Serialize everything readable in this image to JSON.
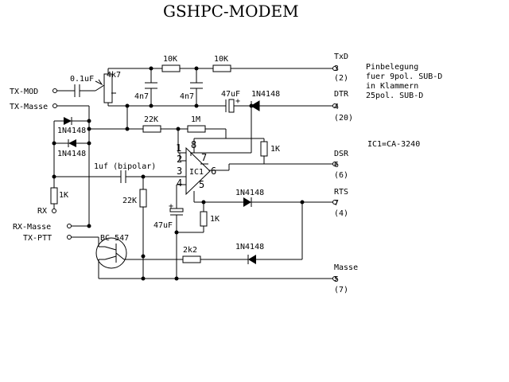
{
  "title": "GSHPC-MODEM",
  "notes": {
    "line1": "Pinbelegung",
    "line2": "fuer 9pol. SUB-D",
    "line3": "in Klammern",
    "line4": "25pol. SUB-D",
    "ic": "IC1=CA-3240"
  },
  "connectors_left": {
    "tx_mod": "TX-MOD",
    "tx_masse": "TX-Masse",
    "rx": "RX",
    "rx_masse": "RX-Masse",
    "tx_ptt": "TX-PTT"
  },
  "connectors_right": {
    "txd": {
      "name": "TxD",
      "pin9": "3",
      "pin25": "(2)"
    },
    "dtr": {
      "name": "DTR",
      "pin9": "4",
      "pin25": "(20)"
    },
    "dsr": {
      "name": "DSR",
      "pin9": "6",
      "pin25": "(6)"
    },
    "rts": {
      "name": "RTS",
      "pin9": "7",
      "pin25": "(4)"
    },
    "masse": {
      "name": "Masse",
      "pin9": "5",
      "pin25": "(7)"
    }
  },
  "components": {
    "c_in": "0.1uF",
    "pot": "4k7",
    "r_10k_a": "10K",
    "r_10k_b": "10K",
    "c_4n7_a": "4n7",
    "c_4n7_b": "4n7",
    "c_47u_top": "47uF",
    "d_dtr": "1N4148",
    "d_clamp_a": "1N4148",
    "d_clamp_b": "1N4148",
    "r_22k_top": "22K",
    "r_1m": "1M",
    "r_1k_right": "1K",
    "c_bipolar": "1uf (bipolar)",
    "r_1k_rx": "1K",
    "r_22k_bias": "22K",
    "c_47u_low": "47uF",
    "r_1k_low": "1K",
    "d_rts": "1N4148",
    "transistor": "BC 547",
    "r_2k2": "2k2",
    "d_ptt": "1N4148",
    "ic_label": "IC1",
    "plus_a": "+",
    "plus_b": "+"
  },
  "ic_pins": {
    "p1": "1",
    "p2": "2",
    "p3": "3",
    "p4": "4",
    "p5": "5",
    "p6": "6",
    "p7": "7",
    "p8": "8"
  }
}
